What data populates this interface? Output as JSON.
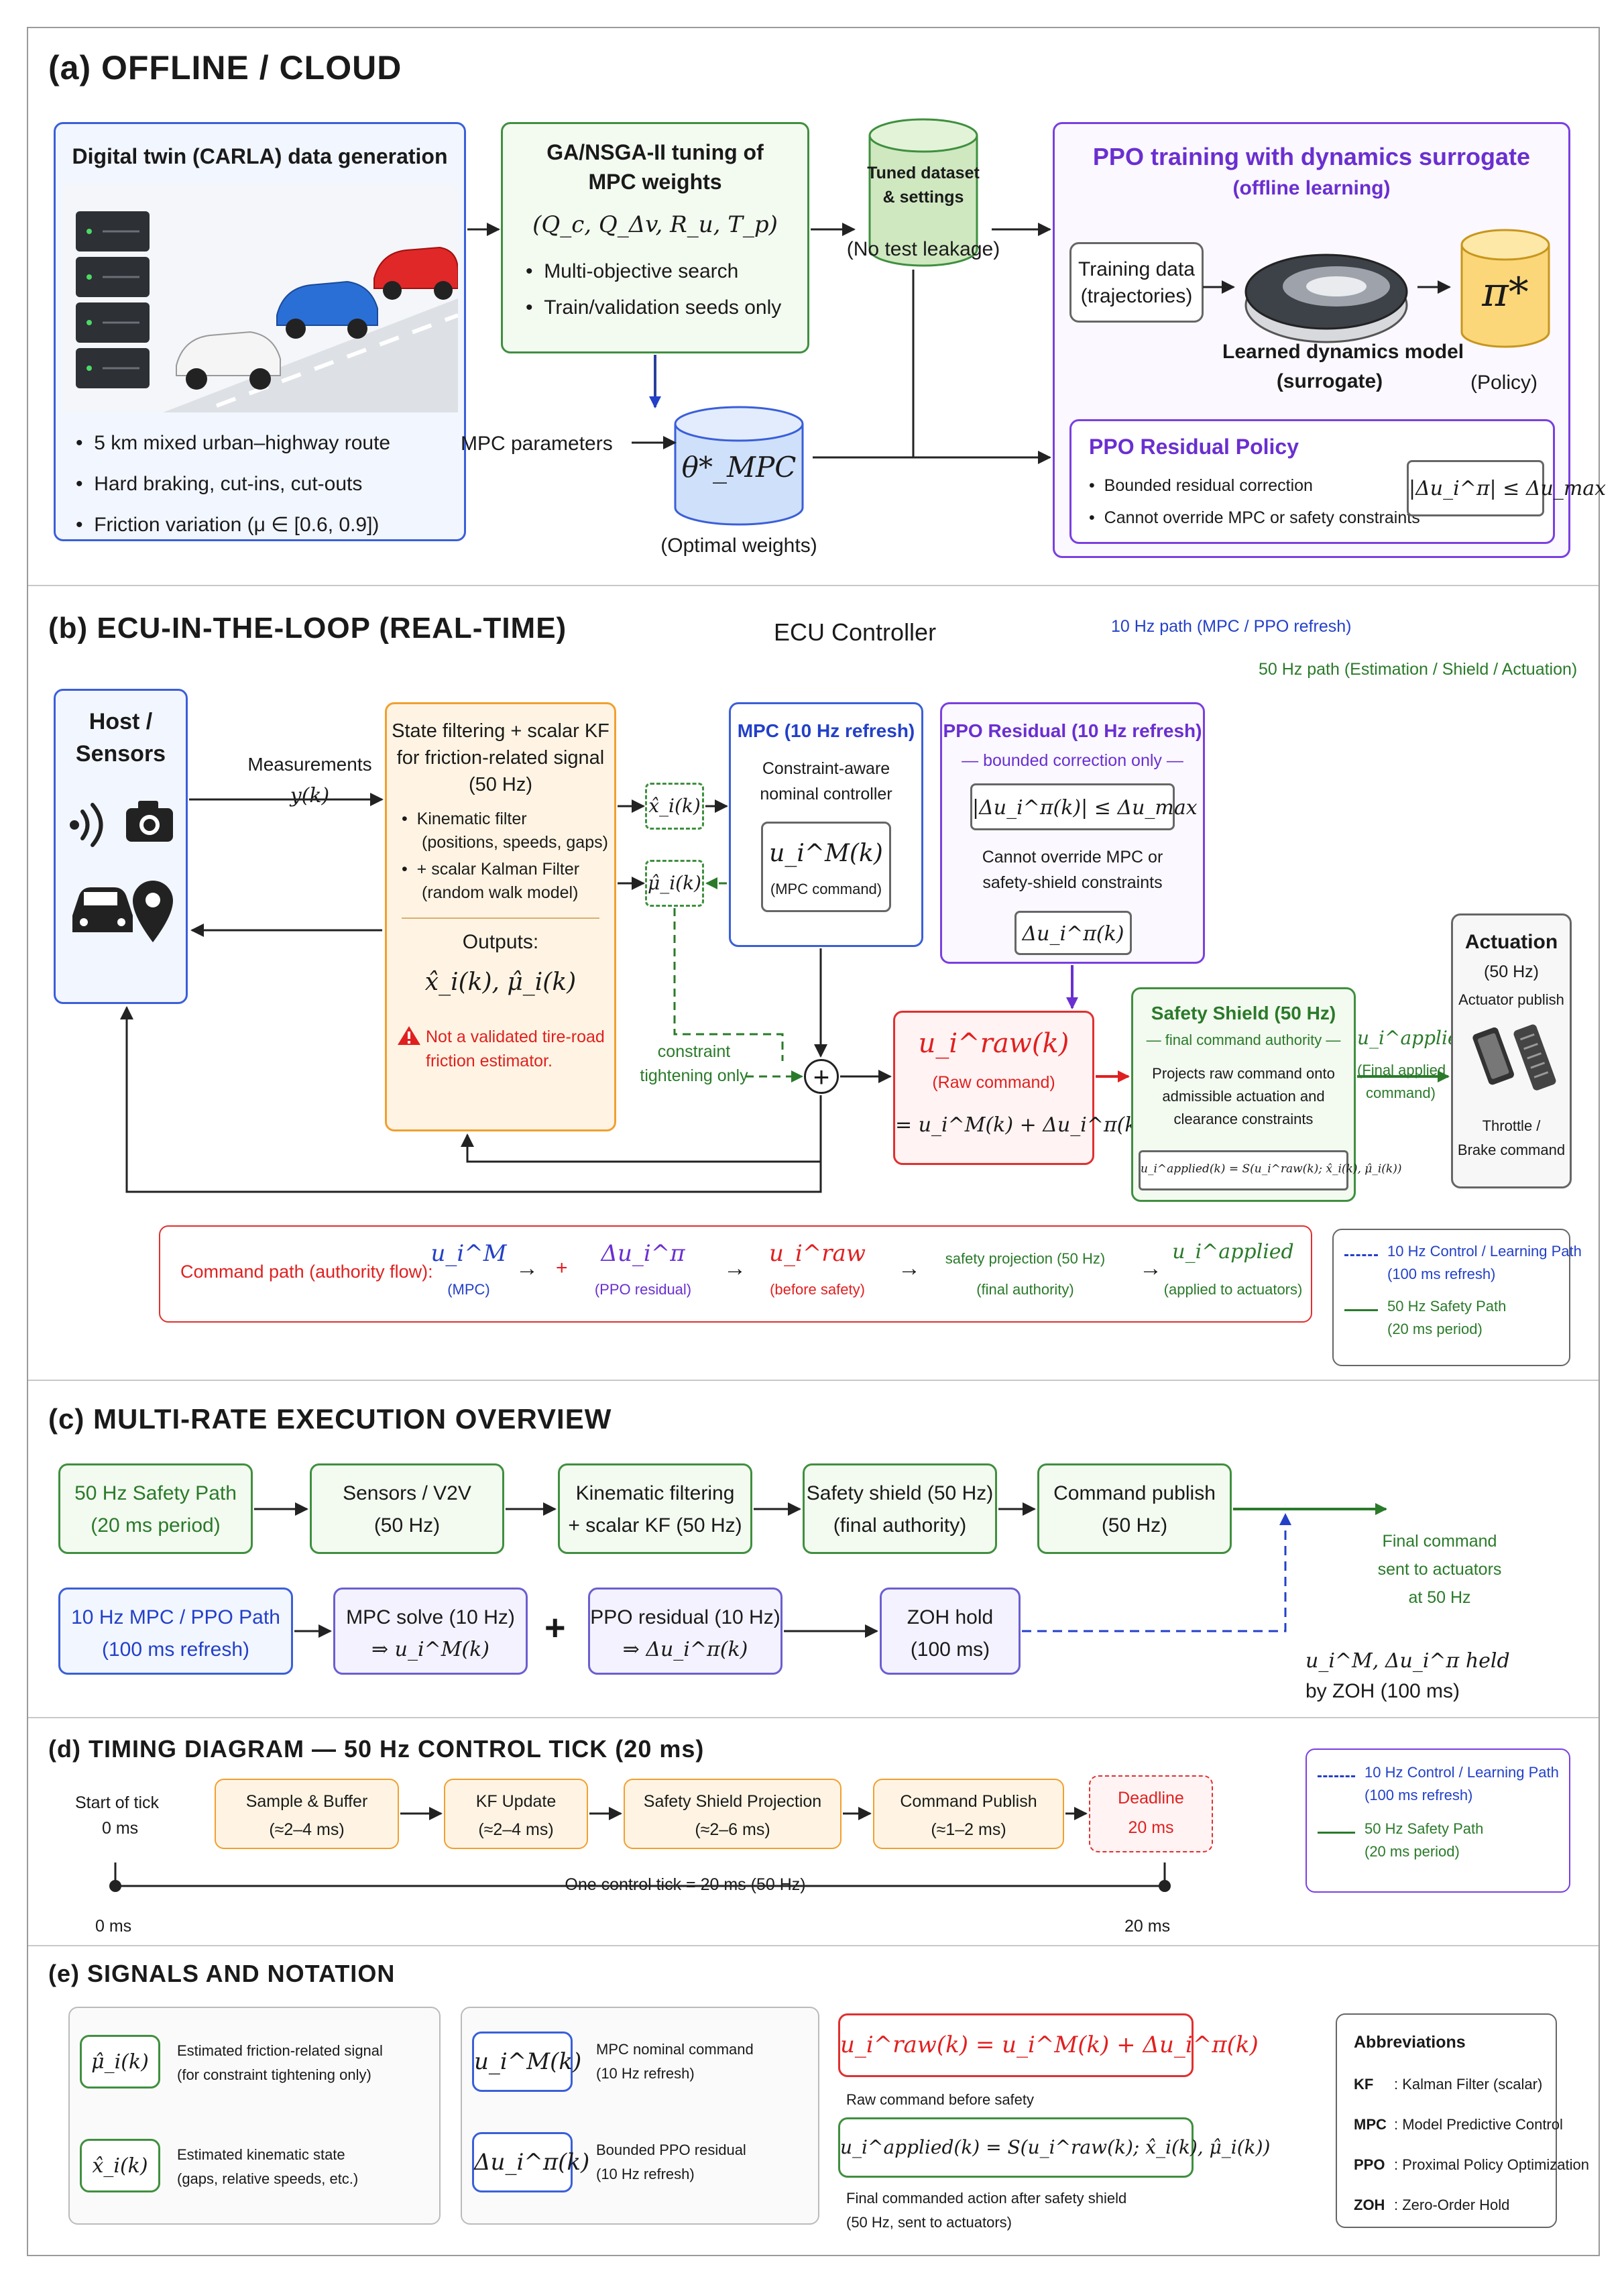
{
  "a": {
    "title": "(a)  OFFLINE / CLOUD",
    "twin_title": "Digital twin (CARLA) data generation",
    "twin_bullets": [
      "5 km mixed urban–highway route",
      "Hard braking, cut-ins, cut-outs",
      "Friction variation (μ ∈ [0.6, 0.9])"
    ],
    "ga_title1": "GA/NSGA-II tuning of",
    "ga_title2": "MPC weights",
    "ga_params": "(Q_c, Q_Δv, R_u, T_p)",
    "ga_bullets": [
      "Multi-objective search",
      "Train/validation seeds only"
    ],
    "tuned1": "Tuned dataset",
    "tuned2": "& settings",
    "no_leak": "(No test leakage)",
    "mpc_params": "MPC parameters",
    "theta": "θ*_MPC",
    "optimal": "(Optimal weights)",
    "ppo_title": "PPO training with dynamics surrogate",
    "ppo_sub": "(offline learning)",
    "training1": "Training data",
    "training2": "(trajectories)",
    "learned1": "Learned dynamics model",
    "learned2": "(surrogate)",
    "pi": "π*",
    "policy": "(Policy)",
    "resid_title": "PPO Residual Policy",
    "resid_b1": "Bounded residual correction",
    "resid_b2": "Cannot override MPC or safety constraints",
    "resid_eq": "|Δu_i^π| ≤ Δu_max"
  },
  "b": {
    "title": "(b)  ECU-IN-THE-LOOP (REAL-TIME)",
    "ecu": "ECU Controller",
    "leg10": "10 Hz path (MPC / PPO refresh)",
    "leg50": "50 Hz path (Estimation / Shield / Actuation)",
    "host1": "Host /",
    "host2": "Sensors",
    "meas1": "Measurements",
    "meas2": "y(k)",
    "sf1": "State filtering + scalar KF",
    "sf2": "for friction-related signal",
    "sf3": "(50 Hz)",
    "sf_b1a": "Kinematic filter",
    "sf_b1b": "(positions, speeds, gaps)",
    "sf_b2a": "+ scalar Kalman Filter",
    "sf_b2b": "(random walk model)",
    "outputs": "Outputs:",
    "out_eq": "x̂_i(k),  μ̂_i(k)",
    "warn1": "Not a validated tire-road",
    "warn2": "friction estimator.",
    "xhat": "x̂_i(k)",
    "muhat": "μ̂_i(k)",
    "mpc_title": "MPC (10 Hz refresh)",
    "mpc_d1": "Constraint-aware",
    "mpc_d2": "nominal controller",
    "mpc_cmd": "u_i^M(k)",
    "mpc_cmd_lbl": "(MPC command)",
    "ppo_title": "PPO Residual (10 Hz refresh)",
    "ppo_sub": "— bounded correction only —",
    "ppo_eq": "|Δu_i^π(k)| ≤ Δu_max",
    "ppo_d1": "Cannot override MPC or",
    "ppo_d2": "safety-shield constraints",
    "ppo_du": "Δu_i^π(k)",
    "constraint1": "constraint",
    "constraint2": "tightening only",
    "plus": "+",
    "raw_eq": "u_i^raw(k)",
    "raw_lbl": "(Raw command)",
    "raw_sum": "= u_i^M(k) + Δu_i^π(k)",
    "shield_title": "Safety Shield (50 Hz)",
    "shield_sub": "— final command authority —",
    "shield_d1": "Projects raw command onto",
    "shield_d2": "admissible actuation and",
    "shield_d3": "clearance constraints",
    "shield_eq": "u_i^applied(k) = S(u_i^raw(k); x̂_i(k), μ̂_i(k))",
    "applied_eq": "u_i^applied(k)",
    "applied1": "(Final applied",
    "applied2": "command)",
    "act_title": "Actuation",
    "act_hz": "(50 Hz)",
    "act_pub": "Actuator publish",
    "act_t1": "Throttle /",
    "act_t2": "Brake command",
    "cp_label": "Command path (authority flow):",
    "cp_uM": "u_i^M",
    "cp_mpc": "(MPC)",
    "cp_du": "Δu_i^π",
    "cp_ppo": "(PPO residual)",
    "cp_raw": "u_i^raw",
    "cp_before": "(before safety)",
    "cp_sp1": "safety projection (50 Hz)",
    "cp_sp2": "(final authority)",
    "cp_app": "u_i^applied",
    "cp_app_lbl": "(applied to actuators)",
    "cp_arrow": "→",
    "cp_plus": "+",
    "leg2_10a": "10 Hz Control / Learning Path",
    "leg2_10b": "(100 ms refresh)",
    "leg2_50a": "50 Hz Safety Path",
    "leg2_50b": "(20 ms period)"
  },
  "c": {
    "title": "(c)  MULTI-RATE EXECUTION OVERVIEW",
    "g1a": "50 Hz Safety Path",
    "g1b": "(20 ms period)",
    "g2a": "Sensors / V2V",
    "g2b": "(50 Hz)",
    "g3a": "Kinematic filtering",
    "g3b": "+ scalar KF (50 Hz)",
    "g4a": "Safety shield (50 Hz)",
    "g4b": "(final authority)",
    "g5a": "Command publish",
    "g5b": "(50 Hz)",
    "f1": "Final command",
    "f2": "sent to actuators",
    "f3": "at 50 Hz",
    "b1a": "10 Hz MPC / PPO Path",
    "b1b": "(100 ms refresh)",
    "b2a": "MPC solve (10 Hz)",
    "b2b": "⇒ u_i^M(k)",
    "plus": "+",
    "b3a": "PPO residual (10 Hz)",
    "b3b": "⇒ Δu_i^π(k)",
    "b4a": "ZOH hold",
    "b4b": "(100 ms)",
    "held1": "u_i^M,  Δu_i^π   held",
    "held2": "by ZOH (100 ms)"
  },
  "d": {
    "title": "(d)  TIMING DIAGRAM  —  50 Hz CONTROL TICK (20 ms)",
    "start1": "Start of tick",
    "start2": "0 ms",
    "s1a": "Sample & Buffer",
    "s1b": "(≈2–4 ms)",
    "s2a": "KF Update",
    "s2b": "(≈2–4 ms)",
    "s3a": "Safety Shield Projection",
    "s3b": "(≈2–6 ms)",
    "s4a": "Command Publish",
    "s4b": "(≈1–2 ms)",
    "dl1": "Deadline",
    "dl2": "20 ms",
    "tick": "One control tick = 20 ms (50 Hz)",
    "zero": "0 ms",
    "twenty": "20 ms",
    "leg_10a": "10 Hz Control / Learning Path",
    "leg_10b": "(100 ms refresh)",
    "leg_50a": "50 Hz Safety Path",
    "leg_50b": "(20 ms period)"
  },
  "e": {
    "title": "(e)  SIGNALS AND NOTATION",
    "mu": "μ̂_i(k)",
    "mu_d1": "Estimated friction-related signal",
    "mu_d2": "(for constraint tightening only)",
    "x": "x̂_i(k)",
    "x_d1": "Estimated kinematic state",
    "x_d2": "(gaps, relative speeds, etc.)",
    "uM": "u_i^M(k)",
    "uM_d1": "MPC nominal command",
    "uM_d2": "(10 Hz refresh)",
    "du": "Δu_i^π(k)",
    "du_d1": "Bounded PPO residual",
    "du_d2": "(10 Hz refresh)",
    "raw": "u_i^raw(k) = u_i^M(k) + Δu_i^π(k)",
    "raw_d": "Raw command before safety",
    "app": "u_i^applied(k) = S(u_i^raw(k); x̂_i(k), μ̂_i(k))",
    "app_d1": "Final commanded action after safety shield",
    "app_d2": "(50 Hz, sent to actuators)",
    "abbr_title": "Abbreviations",
    "abbr": [
      {
        "k": "KF",
        "v": ":  Kalman Filter (scalar)"
      },
      {
        "k": "MPC",
        "v": ":  Model Predictive Control"
      },
      {
        "k": "PPO",
        "v": ":  Proximal Policy Optimization"
      },
      {
        "k": "ZOH",
        "v": ":  Zero-Order Hold"
      }
    ]
  }
}
